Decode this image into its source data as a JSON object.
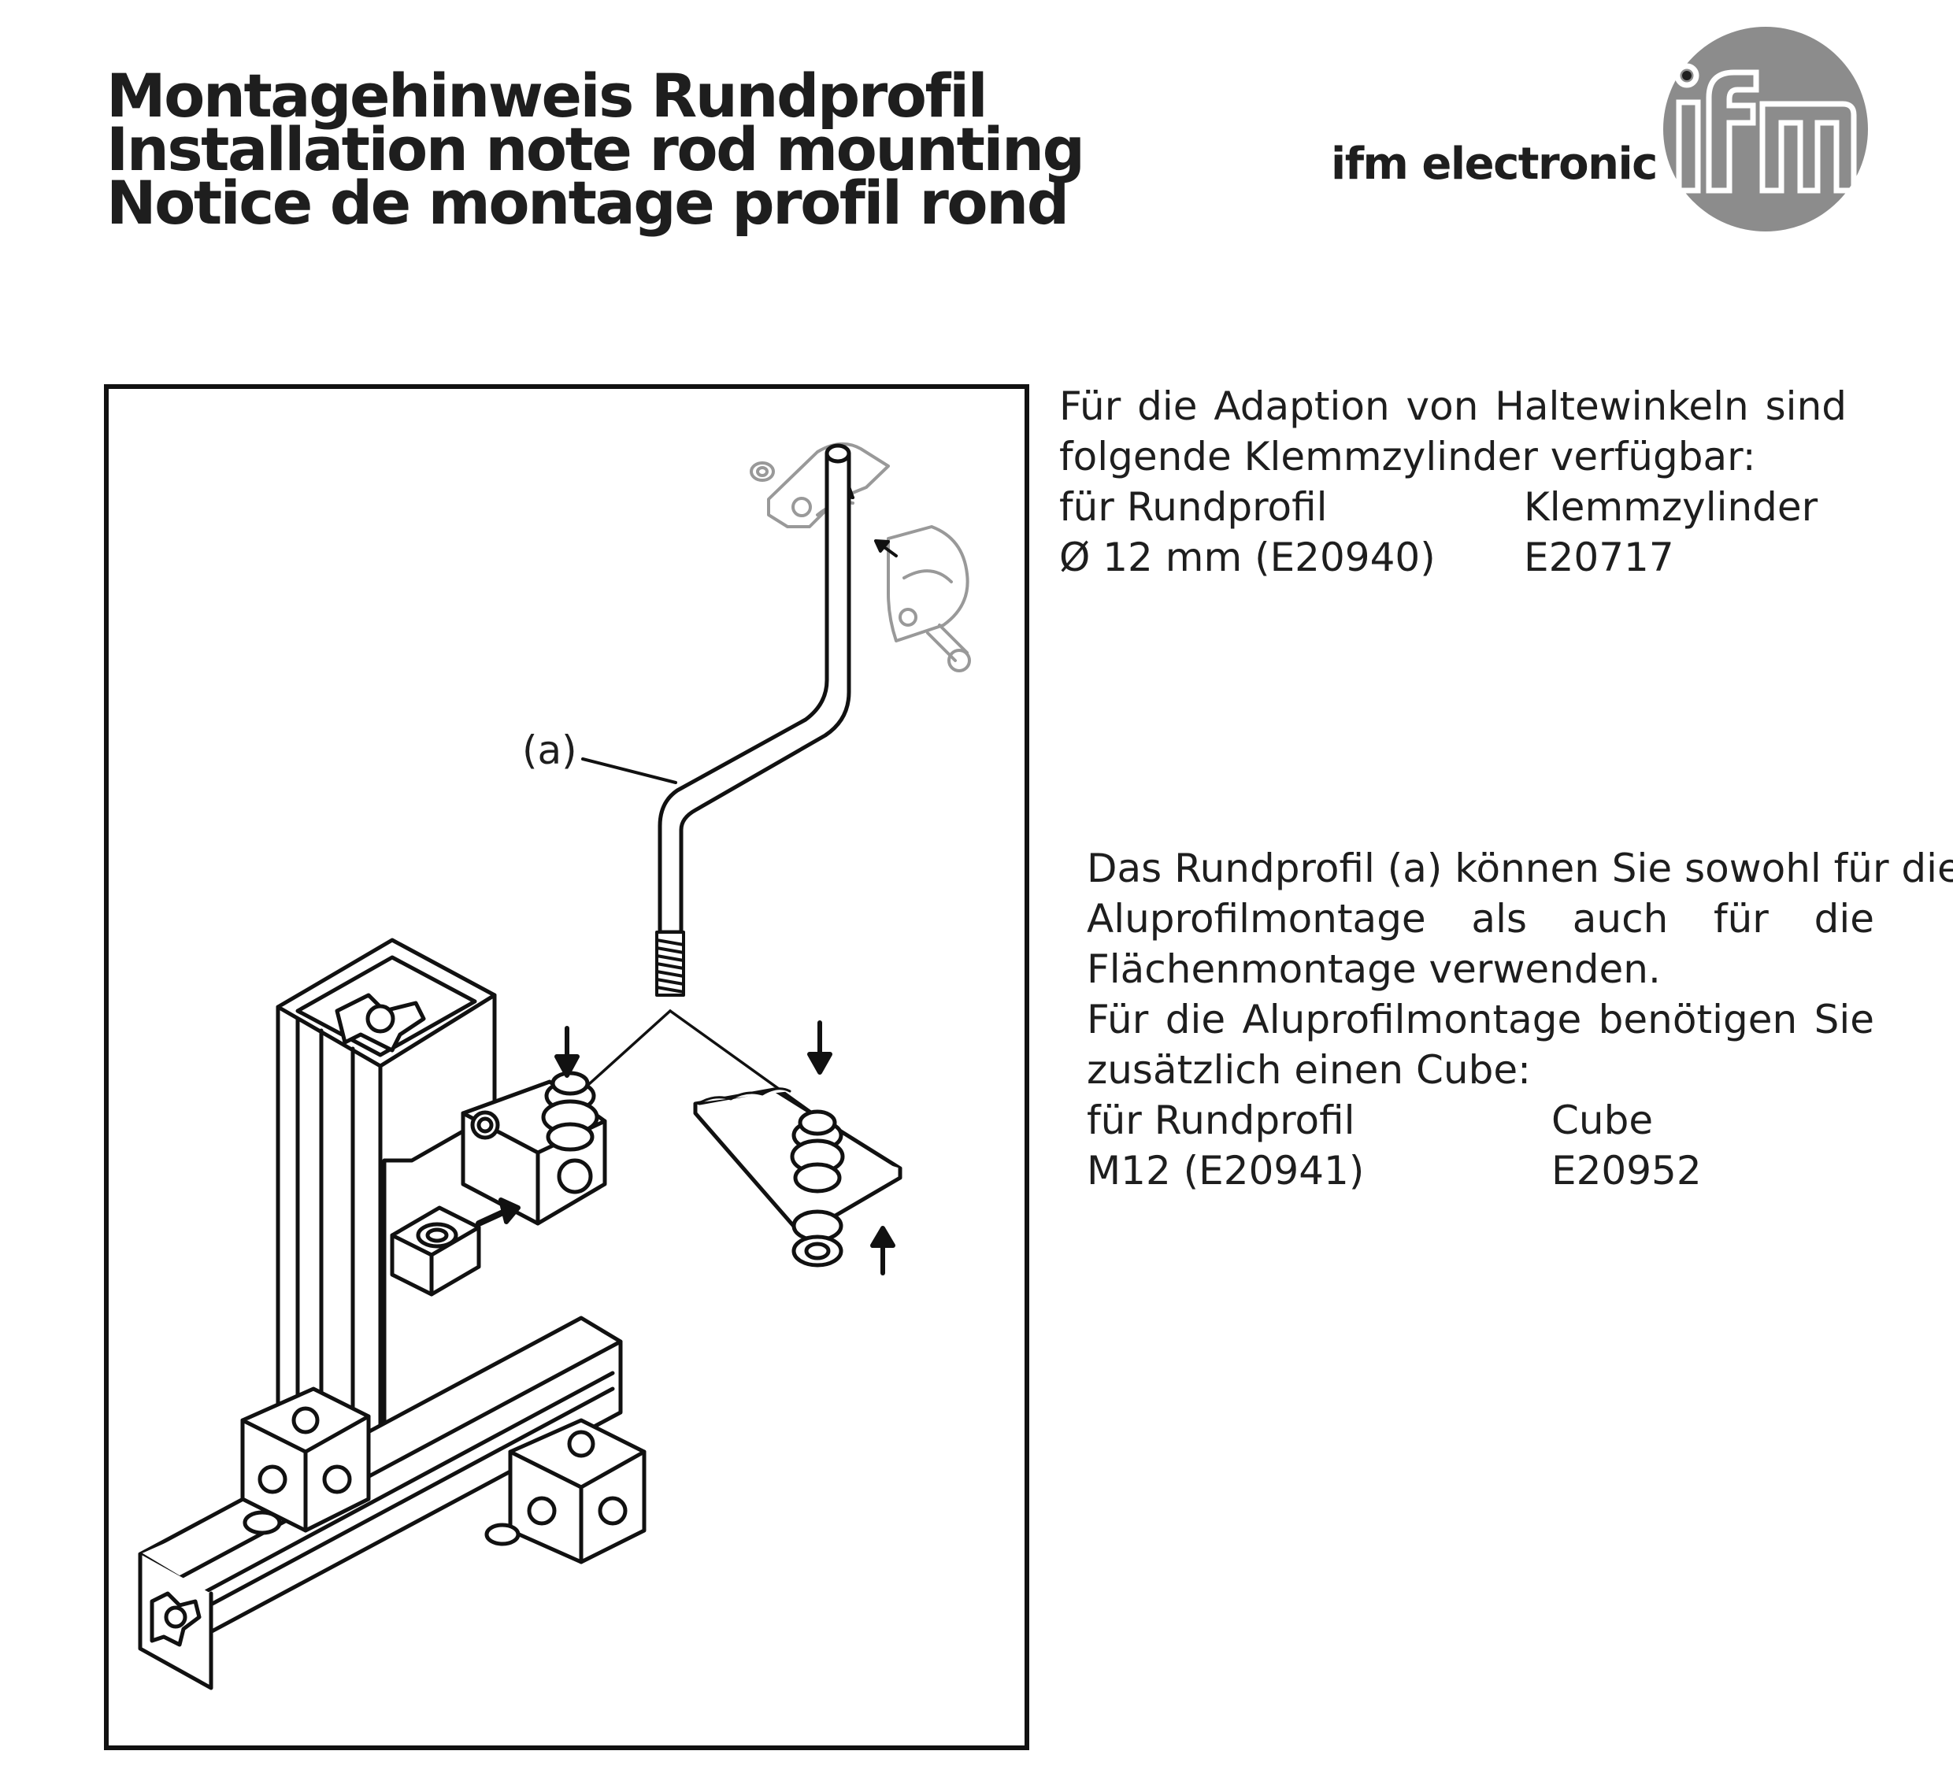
{
  "header": {
    "titles": [
      "Montagehinweis Rundprofil",
      "Installation note rod mounting",
      "Notice de montage profil rond"
    ],
    "company": "ifm electronic",
    "logo_text": "ifm"
  },
  "figure": {
    "callout_a": "(a)"
  },
  "section1": {
    "intro_lines": [
      "Für die Adaption von Haltewinkeln sind",
      "folgende Klemmzylinder verfügbar:"
    ],
    "table": {
      "header": [
        "für Rundprofil",
        "Klemmzylinder"
      ],
      "row": [
        "Ø 12 mm (E20940)",
        "E20717"
      ]
    }
  },
  "section2": {
    "lines": [
      "Das Rundprofil (a) können Sie sowohl für die",
      "Aluprofilmontage als auch für die",
      "Flächenmontage verwenden.",
      "Für die Aluprofilmontage benötigen Sie",
      "zusätzlich einen Cube:"
    ],
    "table": {
      "header": [
        "für Rundprofil",
        "Cube"
      ],
      "row": [
        "M12 (E20941)",
        "E20952"
      ]
    }
  },
  "colors": {
    "logo_gray": "#8c8c8c",
    "text": "#1e1e1e",
    "line": "#111111",
    "part_fill": "#ffffff",
    "light_part": "#999999"
  }
}
